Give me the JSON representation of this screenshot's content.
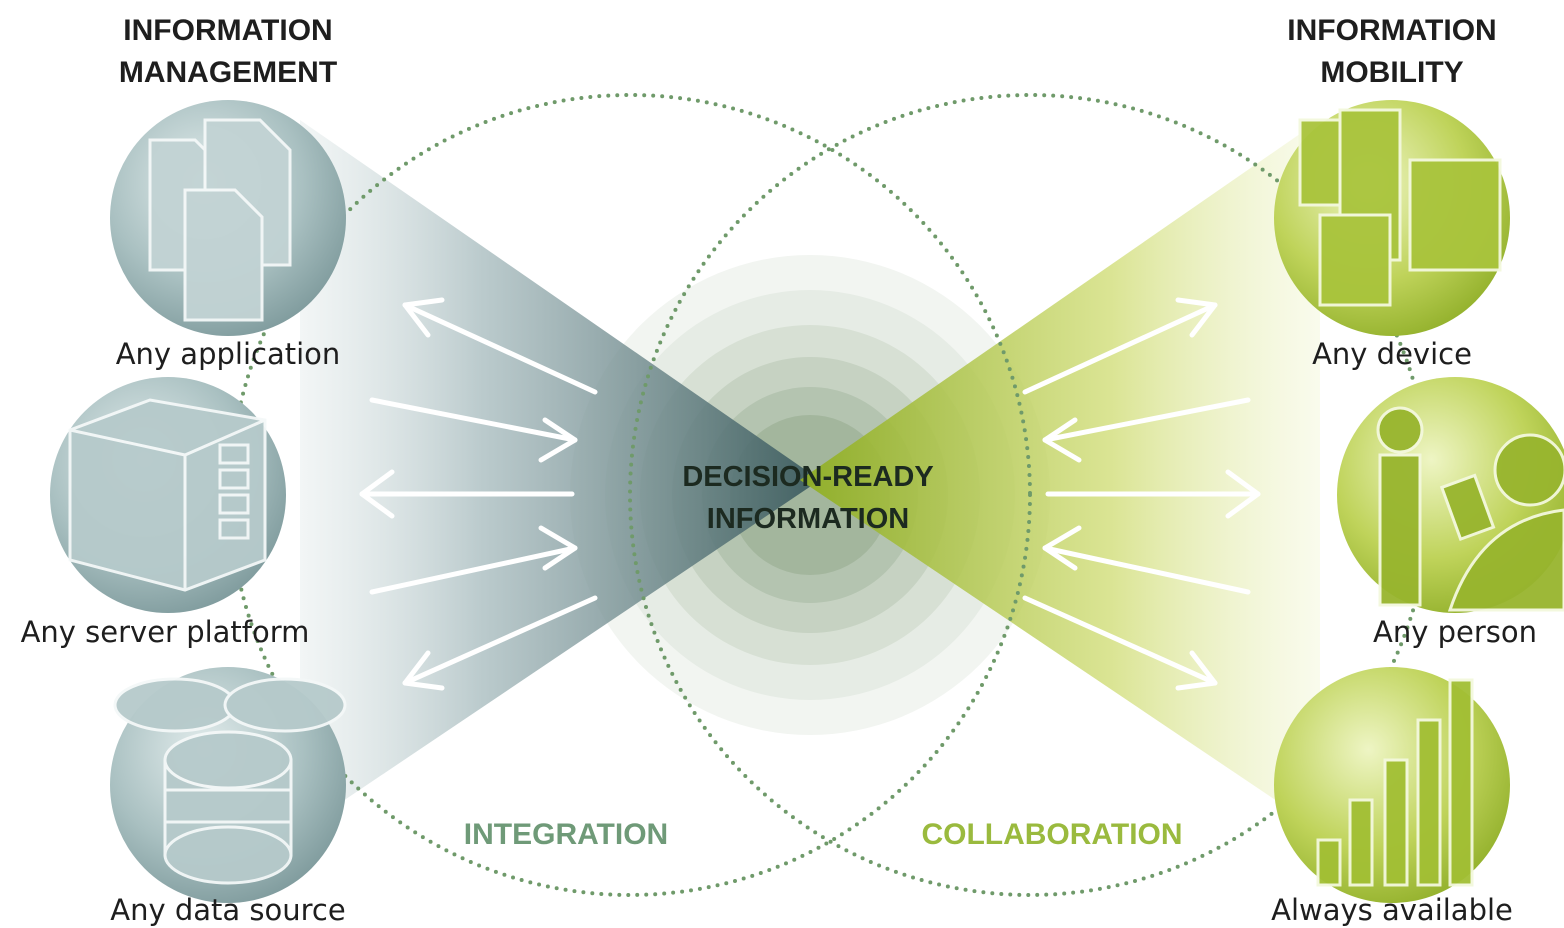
{
  "headings": {
    "left_line1": "INFORMATION",
    "left_line2": "MANAGEMENT",
    "right_line1": "INFORMATION",
    "right_line2": "MOBILITY"
  },
  "left_items": [
    {
      "label": "Any application",
      "icon": "documents-icon"
    },
    {
      "label": "Any server platform",
      "icon": "server-icon"
    },
    {
      "label": "Any data source",
      "icon": "database-icon"
    }
  ],
  "right_items": [
    {
      "label": "Any device",
      "icon": "devices-icon"
    },
    {
      "label": "Any person",
      "icon": "people-icon"
    },
    {
      "label": "Always available",
      "icon": "bar-chart-icon"
    }
  ],
  "center": {
    "line1": "DECISION-READY",
    "line2": "INFORMATION"
  },
  "circles": {
    "left_label": "INTEGRATION",
    "right_label": "COLLABORATION"
  },
  "colors": {
    "left_accent": "#6f8f93",
    "right_accent": "#9aba3e",
    "dotted": "#6f9a6a",
    "text": "#1e1e1e"
  }
}
